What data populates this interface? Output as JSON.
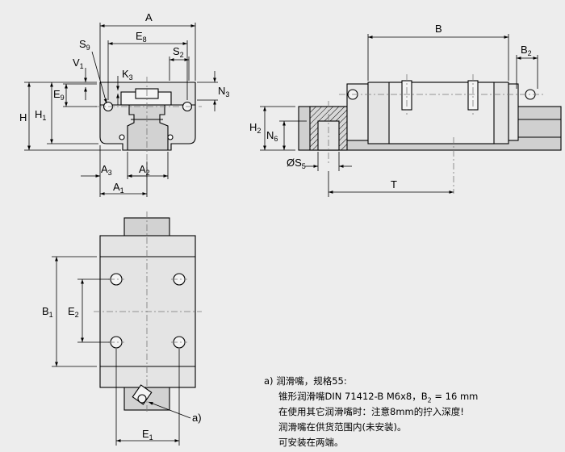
{
  "labels": {
    "A": "A",
    "E8": [
      "E",
      "8"
    ],
    "S9": [
      "S",
      "9"
    ],
    "S2": [
      "S",
      "2"
    ],
    "V1": [
      "V",
      "1"
    ],
    "K3": [
      "K",
      "3"
    ],
    "N3": [
      "N",
      "3"
    ],
    "E9": [
      "E",
      "9"
    ],
    "H": "H",
    "H1": [
      "H",
      "1"
    ],
    "A3": [
      "A",
      "3"
    ],
    "A2": [
      "A",
      "2"
    ],
    "A1": [
      "A",
      "1"
    ],
    "B": "B",
    "B2": [
      "B",
      "2"
    ],
    "H2": [
      "H",
      "2"
    ],
    "N6": [
      "N",
      "6"
    ],
    "S5": [
      "ØS",
      "5"
    ],
    "T": "T",
    "B1": [
      "B",
      "1"
    ],
    "E2": [
      "E",
      "2"
    ],
    "E1": [
      "E",
      "1"
    ],
    "a": "a)"
  },
  "note": {
    "line1": "a)  润滑嘴，规格55:",
    "line2_pre": "锥形润滑嘴DIN 71412-B M6x8，B",
    "line2_sub": "2",
    "line2_post": " = 16 mm",
    "line3": "在使用其它润滑嘴时：注意8mm的拧入深度!",
    "line4": "润滑嘴在供货范围内(未安装)。",
    "line5": "可安装在两端。"
  },
  "colors": {
    "background": "#ededed",
    "part_fill": "#e0e0e0",
    "rail_fill": "#cfcfcf"
  }
}
